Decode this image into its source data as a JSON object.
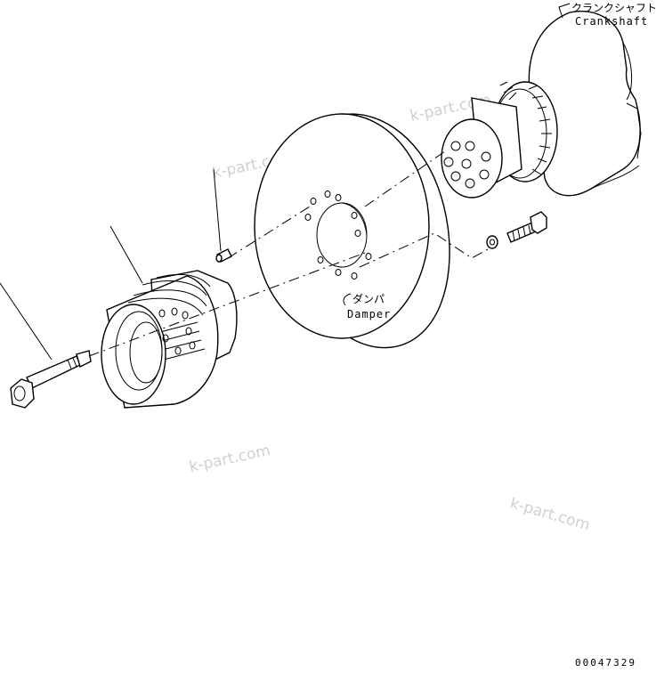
{
  "labels": {
    "crankshaft_jp": "クランクシャフト",
    "crankshaft_en": "Crankshaft",
    "damper_jp": "ダンパ",
    "damper_en": "Damper"
  },
  "watermarks": [
    "k-part.com",
    "k-part.com",
    "k-part.com"
  ],
  "drawing_number": "00047329"
}
